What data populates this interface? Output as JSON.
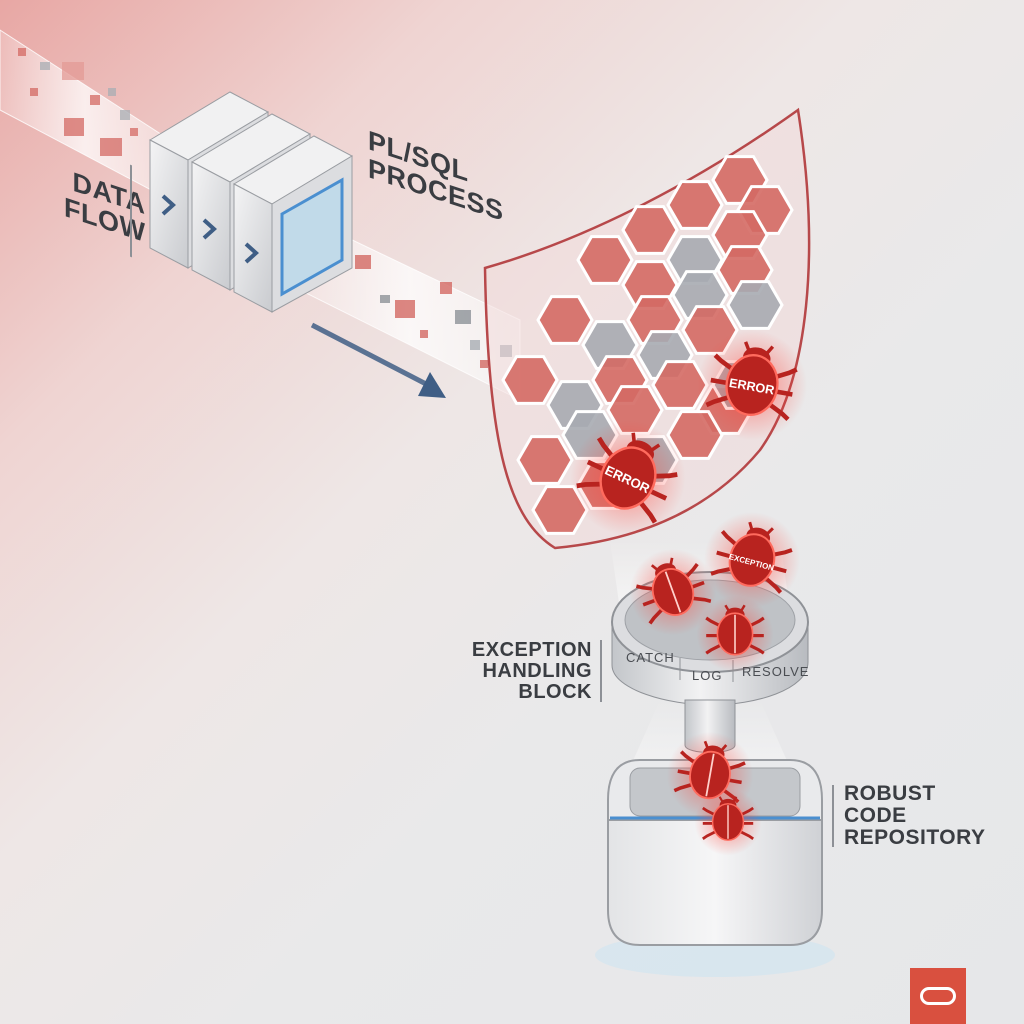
{
  "labels": {
    "data_flow": [
      "DATA",
      "FLOW"
    ],
    "plsql_process": [
      "PL/SQL",
      "PROCESS"
    ],
    "exception_block": [
      "EXCEPTION",
      "HANDLING",
      "BLOCK"
    ],
    "repository": [
      "ROBUST",
      "CODE",
      "REPOSITORY"
    ]
  },
  "funnel_stages": [
    "CATCH",
    "LOG",
    "RESOLVE"
  ],
  "bug_labels": {
    "error_1": "ERROR",
    "error_2": "ERROR",
    "exception": "EXCEPTION"
  },
  "colors": {
    "accent_red": "#d9503f",
    "hex_red": "#d46a64",
    "hex_gray": "#a7abb1",
    "arrow_blue": "#3f5e85",
    "bug_red": "#b8231f"
  },
  "icons": [
    "chevron-right-icon",
    "down-right-arrow-icon",
    "shield-icon",
    "bug-icon",
    "funnel-icon",
    "repository-box-icon",
    "oracle-logo-icon"
  ]
}
